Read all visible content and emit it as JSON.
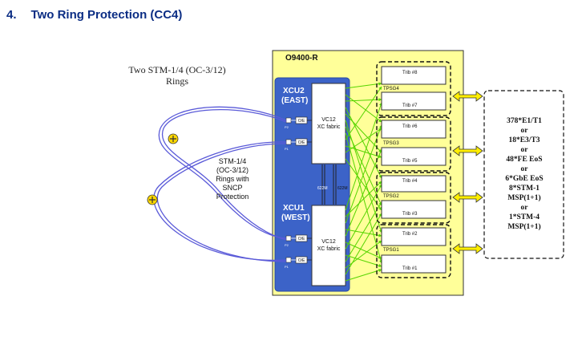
{
  "heading": {
    "number": "4.",
    "title": "Two Ring Protection (CC4)"
  },
  "rings_caption": {
    "line1": "Two STM-1/4 (OC-3/12)",
    "line2": "Rings"
  },
  "ring_protection_label": {
    "line1": "STM-1/4",
    "line2": "(OC-3/12)",
    "line3": "Rings with",
    "line4": "SNCP",
    "line5": "Protection"
  },
  "chassis": {
    "title": "O9400-R"
  },
  "xcu2": {
    "line1": "XCU2",
    "line2": "(EAST)",
    "fabric_line1": "VC12",
    "fabric_line2": "XC fabric"
  },
  "xcu1": {
    "line1": "XCU1",
    "line2": "(WEST)",
    "fabric_line1": "VC12",
    "fabric_line2": "XC fabric"
  },
  "port_label": "O/E",
  "port_small_labels": [
    "P2",
    "P1",
    "P2",
    "P1"
  ],
  "link_labels": [
    "622M",
    "622M"
  ],
  "tpsg_groups": [
    {
      "name": "TPSG4",
      "tribs": [
        "Trib #8",
        "Trib #7"
      ]
    },
    {
      "name": "TPSG3",
      "tribs": [
        "Trib #6",
        "Trib #5"
      ]
    },
    {
      "name": "TPSG2",
      "tribs": [
        "Trib #4",
        "Trib #3"
      ]
    },
    {
      "name": "TPSG1",
      "tribs": [
        "Trib #2",
        "Trib #1"
      ]
    }
  ],
  "interfaces": [
    "378*E1/T1",
    "or",
    "18*E3/T3",
    "or",
    "48*FE EoS",
    "or",
    "6*GbE EoS",
    "8*STM-1",
    "MSP(1+1)",
    "or",
    "1*STM-4",
    "MSP(1+1)"
  ],
  "colors": {
    "chassis": "#ffff99",
    "xcu": "#3c63c8",
    "heading": "#0b2d84",
    "crossconnect": "#55d400",
    "ring": "#5a5ad8",
    "arrow": "#ffee00"
  }
}
